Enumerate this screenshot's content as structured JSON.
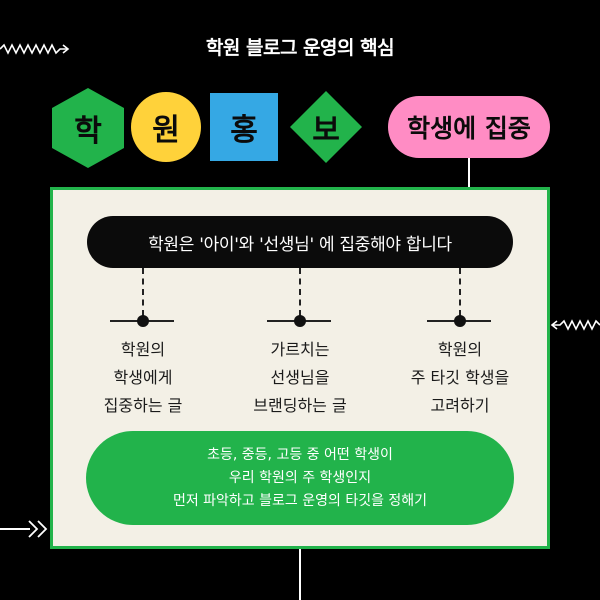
{
  "title": "학원 블로그 운영의 핵심",
  "badges": {
    "hak": "학",
    "won": "원",
    "hong": "홍",
    "bo": "보",
    "focus": "학생에 집중"
  },
  "main_statement": "학원은 '아이'와 '선생님' 에 집중해야 합니다",
  "columns": [
    {
      "line1": "학원의",
      "line2": "학생에게",
      "line3": "집중하는 글"
    },
    {
      "line1": "가르치는",
      "line2": "선생님을",
      "line3": "브랜딩하는 글"
    },
    {
      "line1": "학원의",
      "line2": "주 타깃 학생을",
      "line3": "고려하기"
    }
  ],
  "bottom_text": {
    "line1": "초등, 중등, 고등 중 어떤 학생이",
    "line2": "우리 학원의 주 학생인지",
    "line3": "먼저 파악하고 블로그 운영의 타깃을 정해기"
  },
  "colors": {
    "background": "#000000",
    "green": "#22b34b",
    "yellow": "#ffd23a",
    "blue": "#35a8e4",
    "pink": "#ff8cc4",
    "panel": "#f3f0e6"
  }
}
